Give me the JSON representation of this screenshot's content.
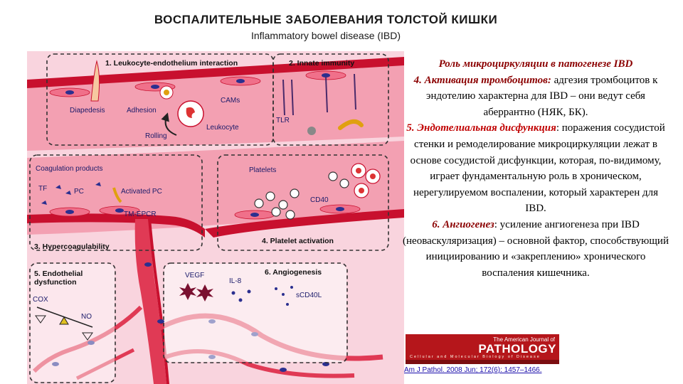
{
  "header": {
    "title": "ВОСПАЛИТЕЛЬНЫЕ ЗАБОЛЕВАНИЯ ТОЛСТОЙ КИШКИ",
    "subtitle": "Inflammatory bowel disease (IBD)"
  },
  "figure": {
    "panels": {
      "p1": "1. Leukocyte-endothelium interaction",
      "p2": "2. Innate immunity",
      "p3": "3. Hypercoagulability",
      "p4": "4. Platelet activation",
      "p5a": "5. Endothelial",
      "p5b": "dysfunction",
      "p6": "6. Angiogenesis"
    },
    "labels": {
      "diapedesis": "Diapedesis",
      "adhesion": "Adhesion",
      "cams": "CAMs",
      "rolling": "Rolling",
      "leukocyte": "Leukocyte",
      "coag": "Coagulation products",
      "tf": "TF",
      "pc": "PC",
      "activated_pc": "Activated PC",
      "tm_epcr": "TM-EPCR",
      "platelets": "Platelets",
      "cd40": "CD40",
      "cox": "COX",
      "no": "NO",
      "vegf": "VEGF",
      "il8": "IL-8",
      "scd40l": "sCD40L",
      "tlr": "TLR"
    }
  },
  "text": {
    "heading": "Роль микроциркуляции в патогенезе IBD",
    "s4_title": "4. Активация тромбоцитов:",
    "s4_body": " адгезия тромбоцитов к эндотелию характерна для IBD – они ведут себя аберрантно (НЯК, БК).",
    "s5_title": "5. Эндотелиальная дисфункция",
    "s5_body": ": поражения сосудистой стенки и ремоделирование микроциркуляции лежат в основе сосудистой дисфункции, которая, по-видимому, играет фундаментальную роль в хроническом, нерегулируемом воспалении, который характерен для IBD.",
    "s6_title": "6. Ангиогенез",
    "s6_body": ": усиление ангиогенеза при IBD (неоваскуляризация) – основной фактор, способствующий инициированию и «закреплению» хронического воспаления кишечника."
  },
  "journal": {
    "top": "The American Journal of",
    "main": "PATHOLOGY",
    "sub": "Cellular and Molecular Biology of Disease",
    "citation": "Am J Pathol. 2008 Jun; 172(6): 1457–1466."
  },
  "colors": {
    "vessel_wall": "#c8102e",
    "lumen": "#f4a6b4",
    "tissue": "#fbd3dc",
    "background_pink": "#f7c6d2",
    "nucleus": "#2b2f8f"
  }
}
